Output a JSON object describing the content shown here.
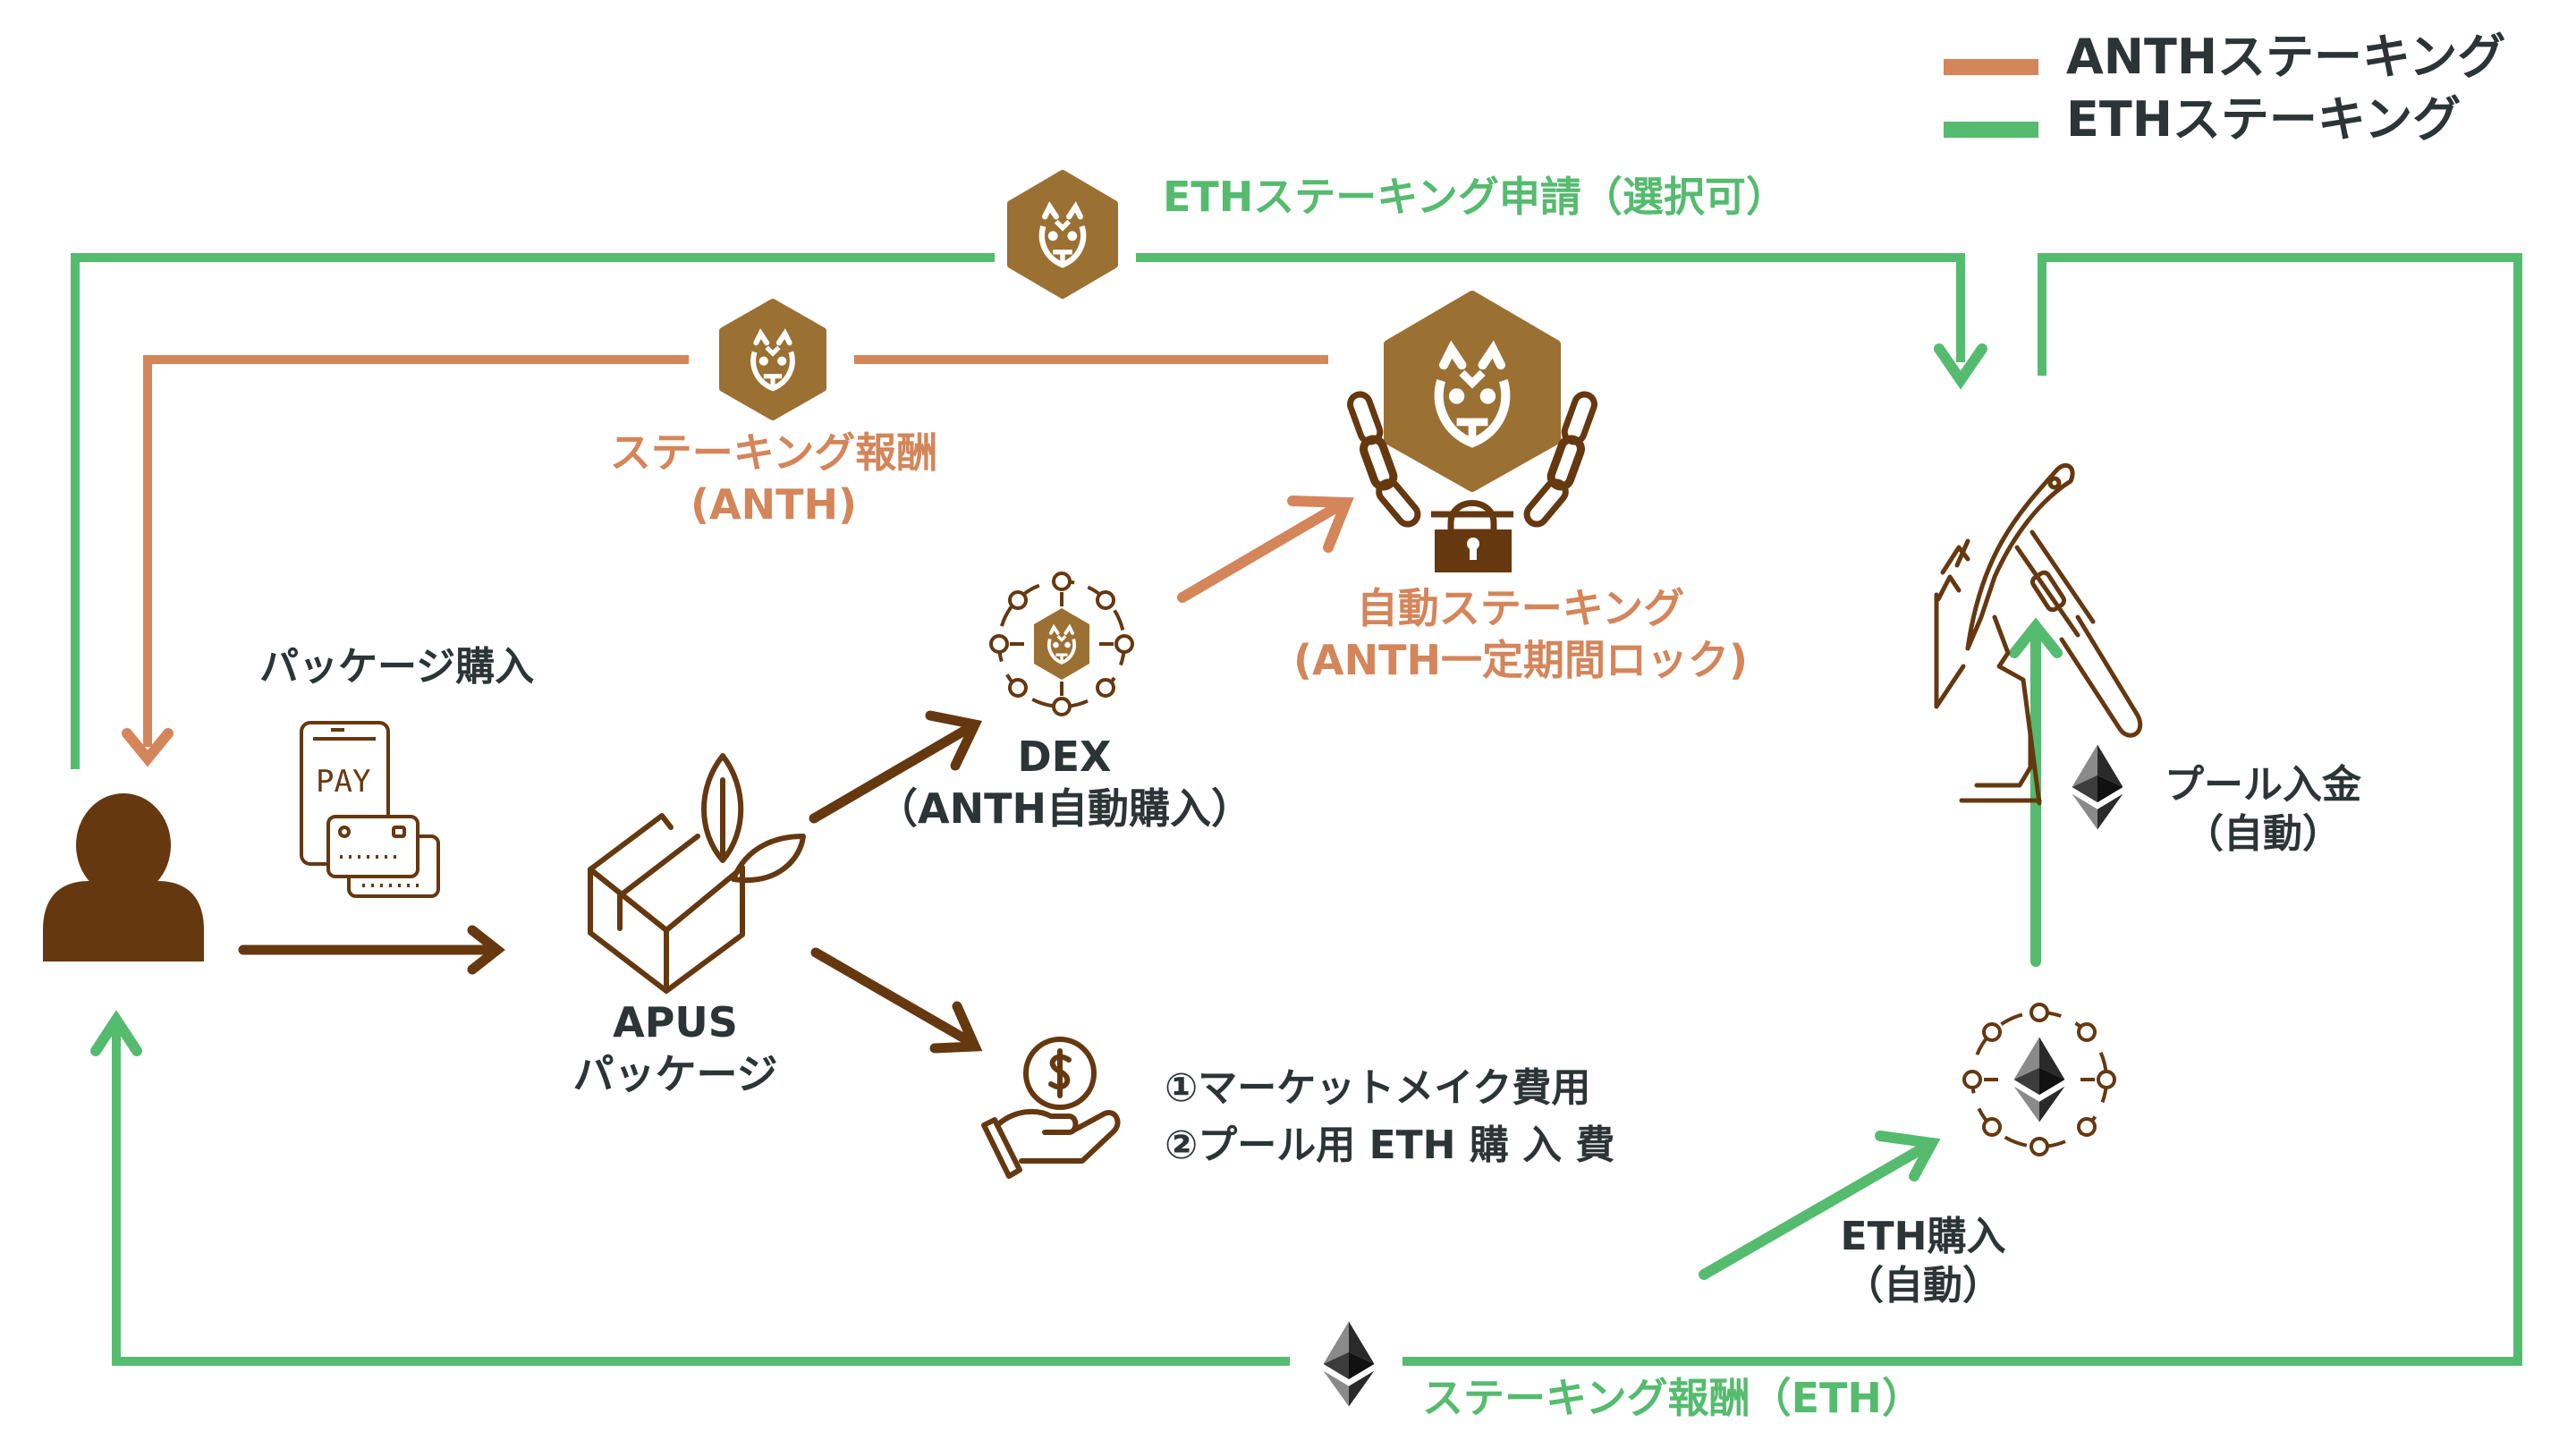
{
  "colors": {
    "anth": "#d4855a",
    "eth": "#55bb6e",
    "brown": "#653810",
    "hex": "#9b7033",
    "text": "#2d3436"
  },
  "legend": {
    "items": [
      {
        "label": "ANTHステーキング",
        "color": "#d4855a"
      },
      {
        "label": "ETHステーキング",
        "color": "#55bb6e"
      }
    ]
  },
  "flows": {
    "eth_staking_apply": "ETHステーキング申請（選択可）",
    "anth_reward_line1": "ステーキング報酬",
    "anth_reward_line2": "(ANTH)",
    "package_purchase": "パッケージ購入",
    "apus_line1": "APUS",
    "apus_line2": "パッケージ",
    "dex_line1": "DEX",
    "dex_line2": "（ANTH自動購入）",
    "auto_stake_line1": "自動ステーキング",
    "auto_stake_line2": "(ANTH一定期間ロック)",
    "cost_line1": "①マーケットメイク費用",
    "cost_line2": "②プール用 ETH 購 入 費",
    "pool_deposit_line1": "プール入金",
    "pool_deposit_line2": "（自動）",
    "eth_purchase_line1": "ETH購入",
    "eth_purchase_line2": "（自動）",
    "eth_reward": "ステーキング報酬（ETH）"
  },
  "icons": {
    "user": "user-icon",
    "payment": "mobile-pay-card-icon",
    "package": "box-leaf-icon",
    "dex": "network-ant-icon",
    "lock": "ant-chain-lock-icon",
    "cost": "hand-coin-icon",
    "mining": "pickaxe-mining-icon",
    "eth_network": "network-eth-icon",
    "eth": "ethereum-icon",
    "ant": "ant-hex-icon"
  },
  "pay_text": "PAY",
  "coin_symbol": "$"
}
